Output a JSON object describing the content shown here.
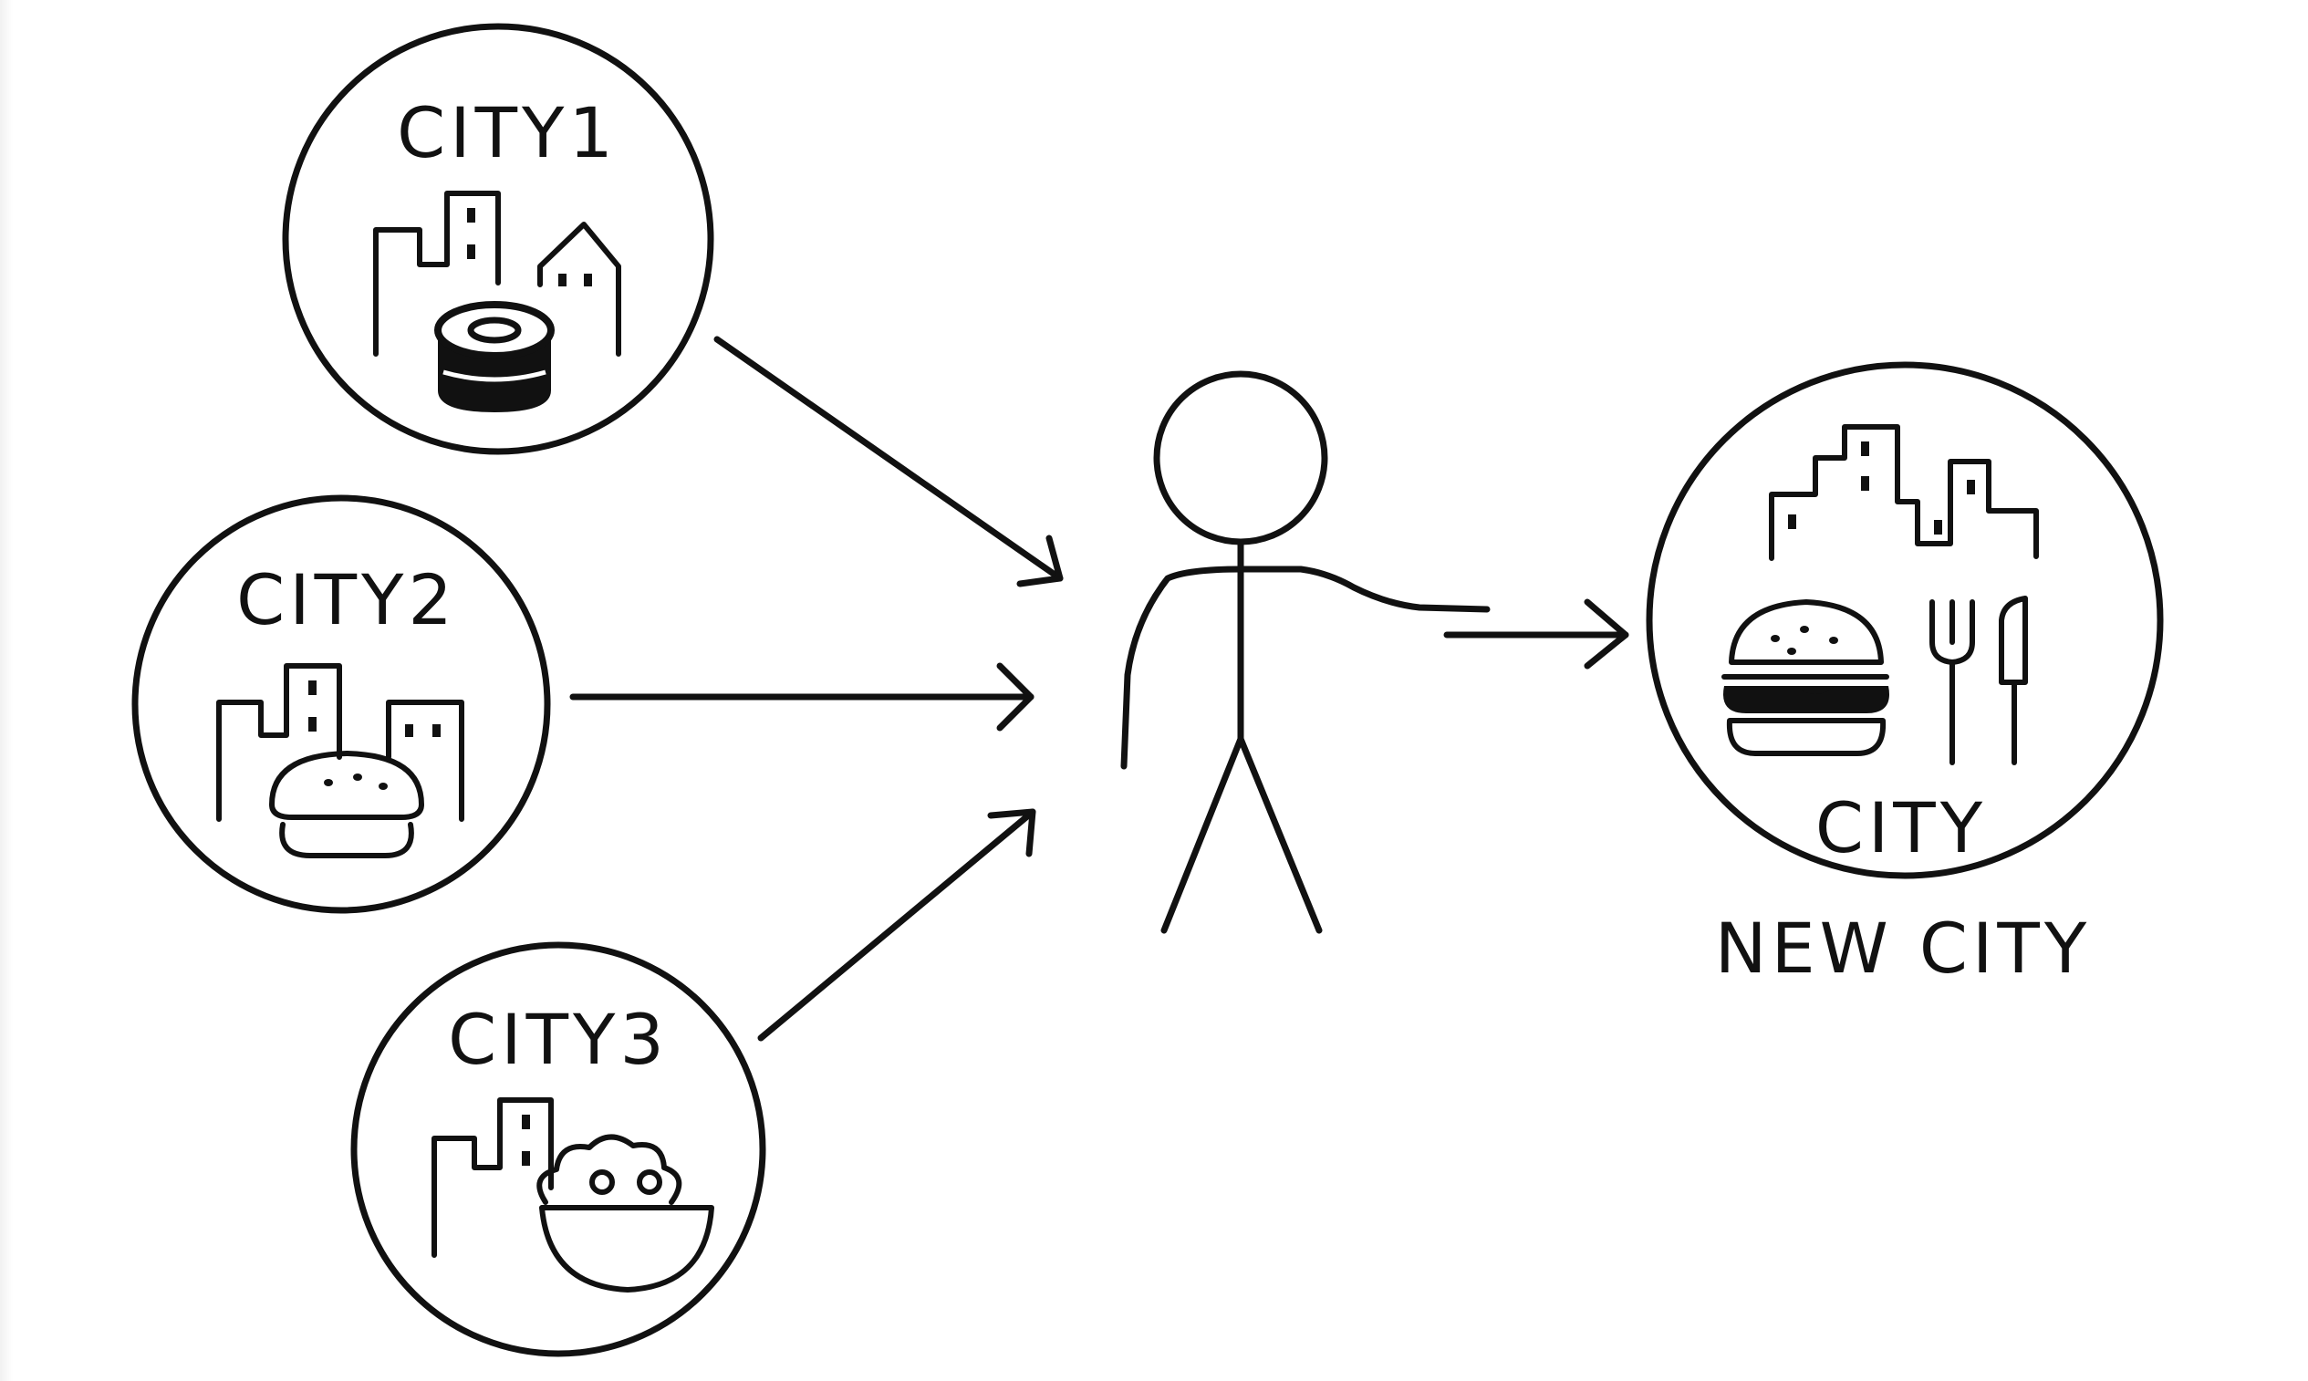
{
  "diagram": {
    "source_cities": [
      {
        "label": "CITY1",
        "food_icon": "sushi-roll-icon"
      },
      {
        "label": "CITY2",
        "food_icon": "bun-icon"
      },
      {
        "label": "CITY3",
        "food_icon": "rice-bowl-icon"
      }
    ],
    "person_icon": "stick-figure-icon",
    "target_city": {
      "inner_label": "CITY",
      "caption": "NEW CITY",
      "icons": [
        "city-skyline-icon",
        "burger-icon",
        "fork-icon",
        "knife-icon"
      ]
    },
    "colors": {
      "ink": "#111111",
      "background": "#ffffff"
    }
  }
}
